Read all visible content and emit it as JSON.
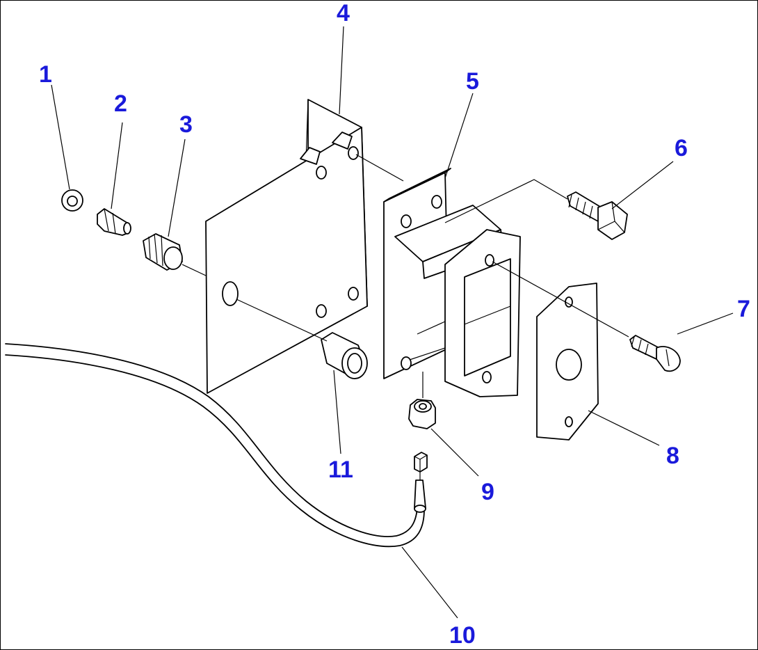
{
  "diagram": {
    "parts": [
      {
        "id": "part-1",
        "label": "1"
      },
      {
        "id": "part-2",
        "label": "2"
      },
      {
        "id": "part-3",
        "label": "3"
      },
      {
        "id": "part-4",
        "label": "4"
      },
      {
        "id": "part-5",
        "label": "5"
      },
      {
        "id": "part-6",
        "label": "6"
      },
      {
        "id": "part-7",
        "label": "7"
      },
      {
        "id": "part-8",
        "label": "8"
      },
      {
        "id": "part-9",
        "label": "9"
      },
      {
        "id": "part-10",
        "label": "10"
      },
      {
        "id": "part-11",
        "label": "11"
      }
    ],
    "label_color": "#1a1adb",
    "line_color": "#000000"
  }
}
